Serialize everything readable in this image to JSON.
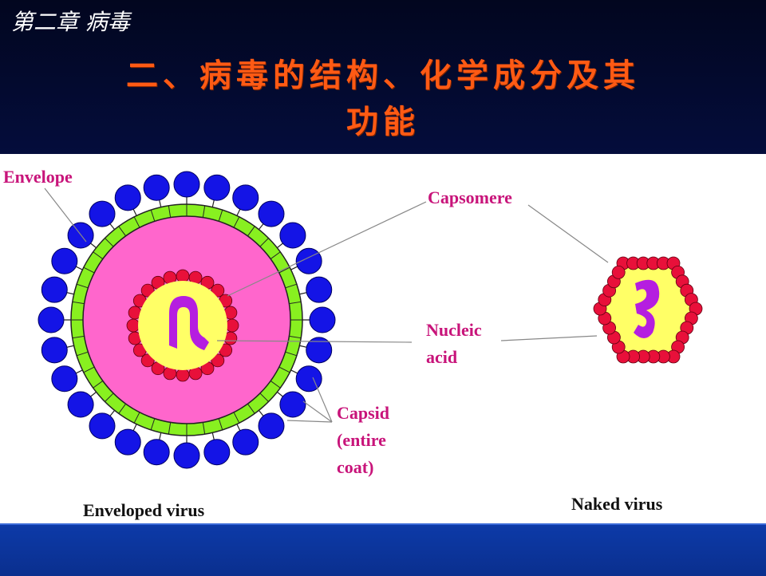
{
  "header": {
    "chapter": "第二章 病毒",
    "title_line1": "二、病毒的结构、化学成分及其",
    "title_line2": "功能"
  },
  "diagram": {
    "labels": {
      "envelope": "Envelope",
      "capsomere": "Capsomere",
      "nucleic_1": "Nucleic",
      "nucleic_2": "acid",
      "capsid_1": "Capsid",
      "capsid_2": "(entire",
      "capsid_3": "coat)",
      "enveloped_virus": "Enveloped  virus",
      "naked_virus": "Naked  virus"
    },
    "colors": {
      "label_purple": "#c8147a",
      "envelope_green": "#88f020",
      "body_pink": "#ff66cc",
      "core_yellow": "#ffff66",
      "capsomere_red": "#e8103a",
      "spike_blue": "#1414e6",
      "nucleic_purple": "#b51ee0"
    }
  }
}
